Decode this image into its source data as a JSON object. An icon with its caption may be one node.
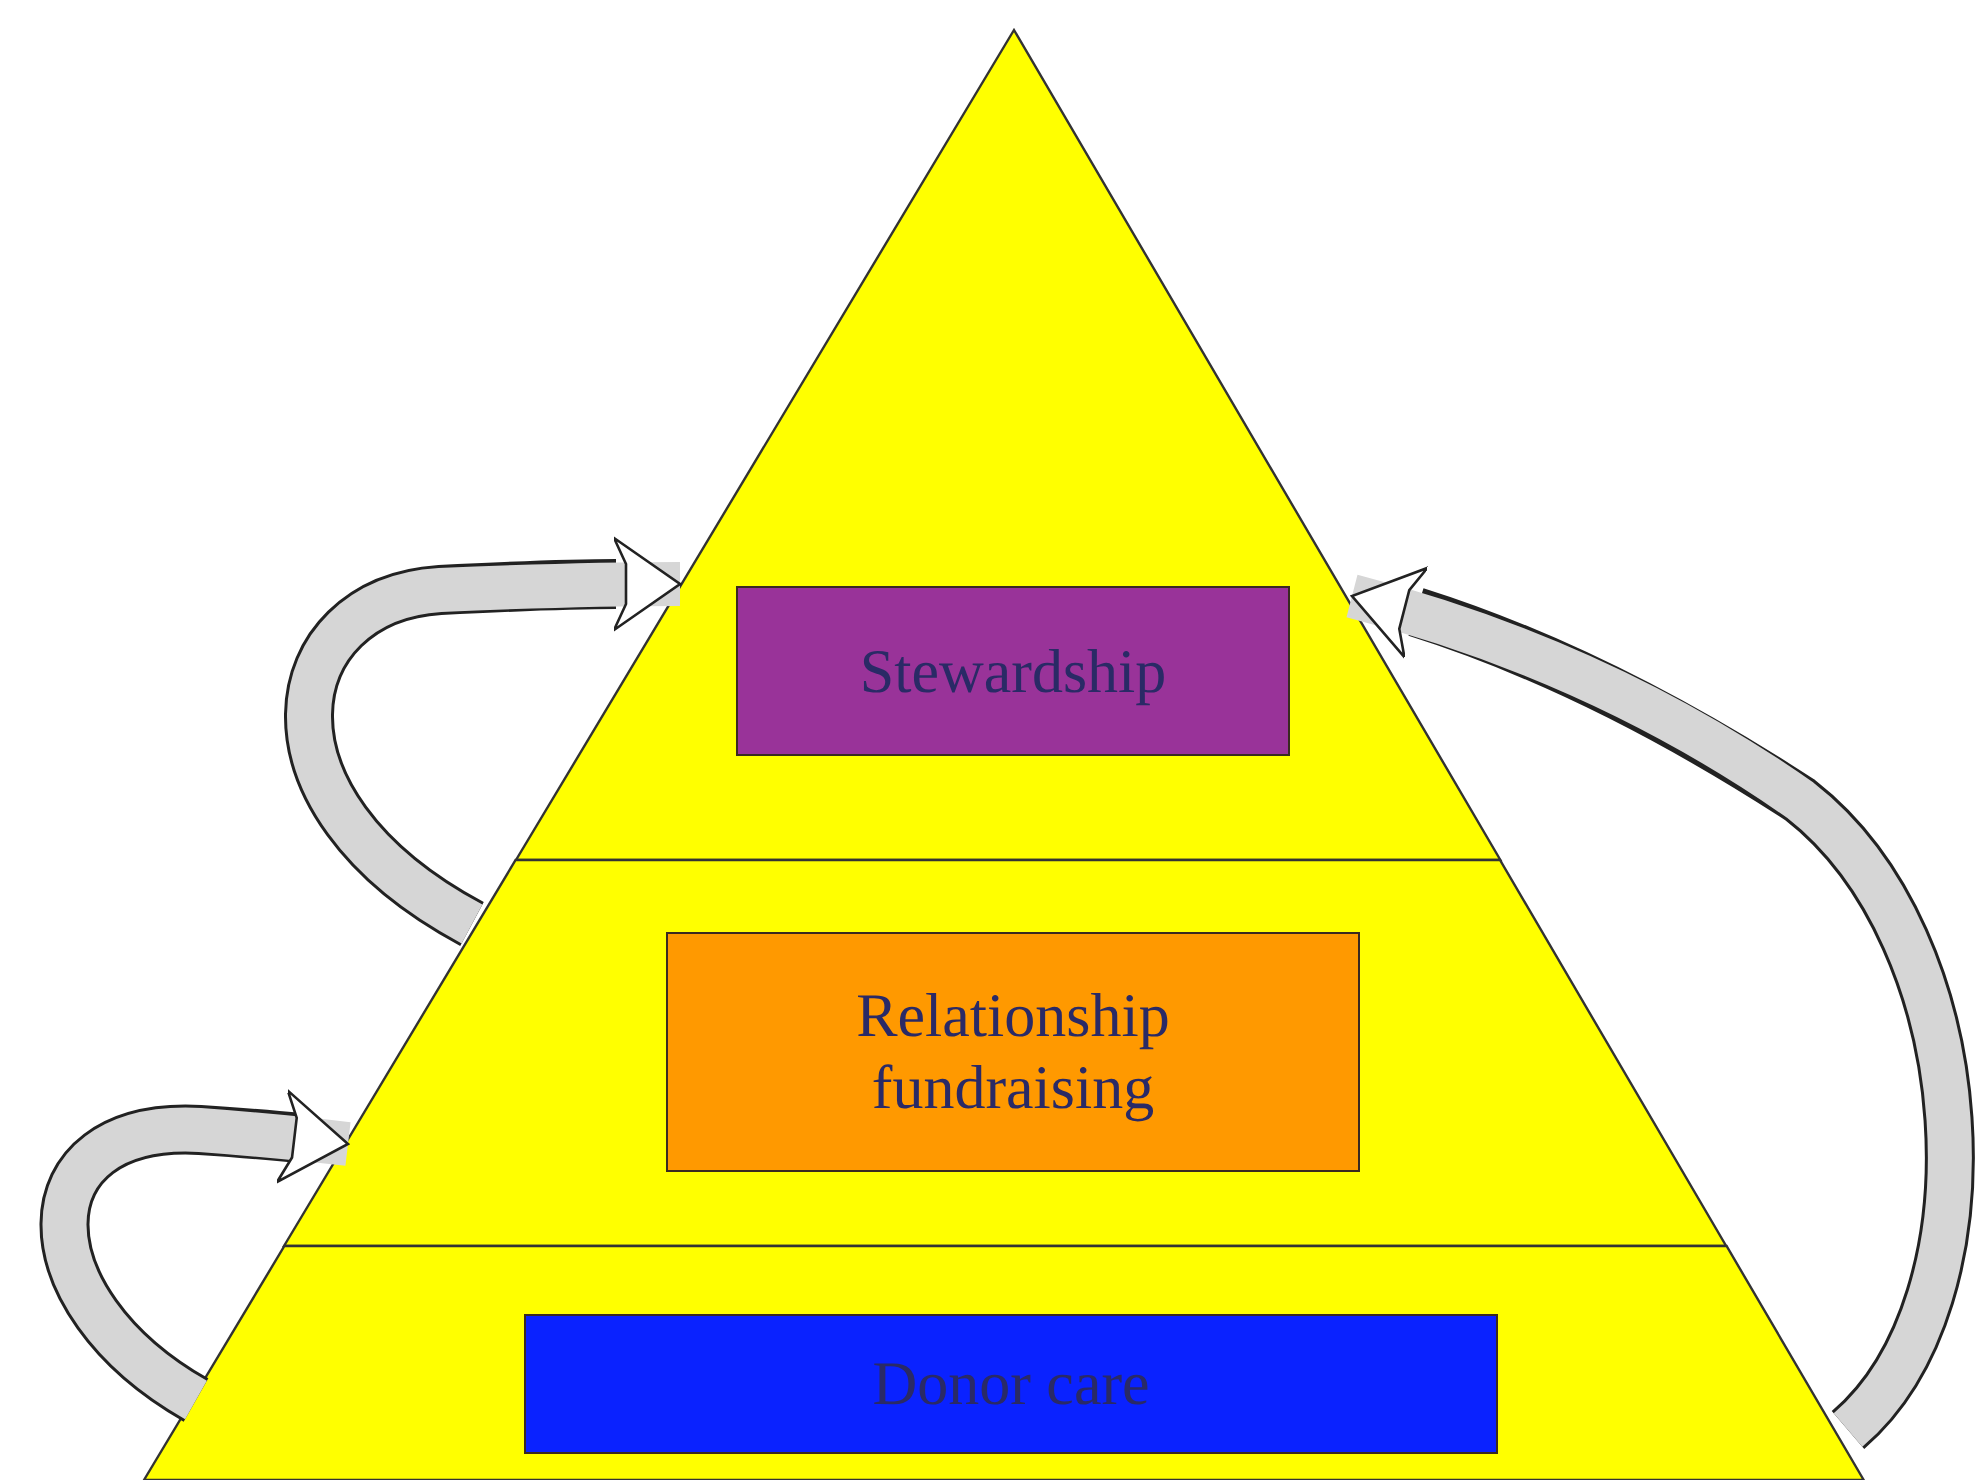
{
  "diagram": {
    "nodes": [
      {
        "text": [],
        "shape": "triangle"
      },
      {
        "text": [
          "Stewardship"
        ],
        "in": 0
      },
      {
        "text": [],
        "shape": "band"
      },
      {
        "text": [
          "Relationship fundraising"
        ],
        "in": 2
      },
      {
        "text": [],
        "shape": "band"
      },
      {
        "text": [
          "Donor care"
        ],
        "in": 4
      }
    ],
    "edges": [
      {
        "from": 4,
        "to": 2,
        "arrow": "to"
      },
      {
        "from": 2,
        "to": 0,
        "arrow": "to"
      },
      {
        "from": 4,
        "to": 0,
        "arrow": "to"
      }
    ]
  }
}
